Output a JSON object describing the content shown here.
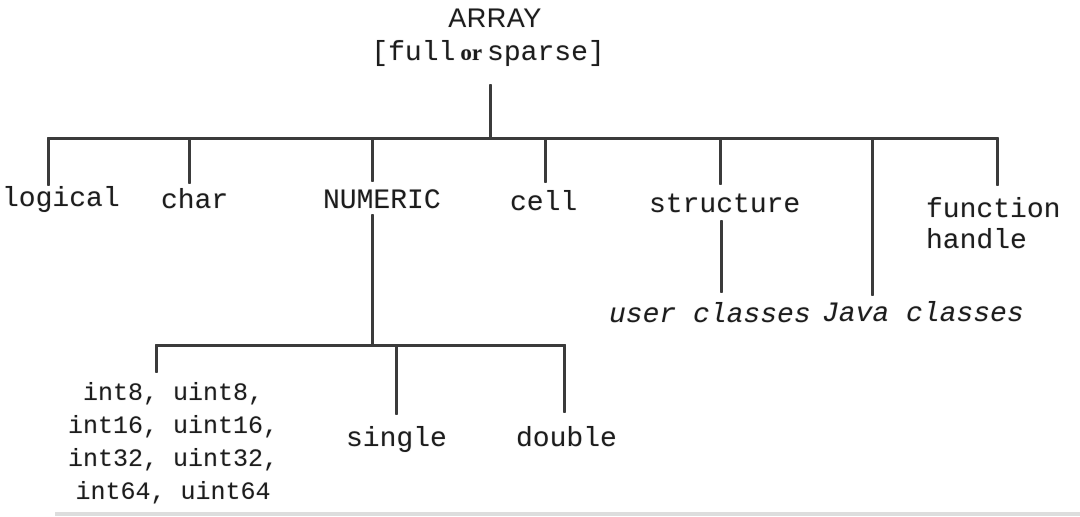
{
  "diagram": {
    "root": {
      "label": "ARRAY",
      "qualifier_part1": "[full",
      "qualifier_or": "or",
      "qualifier_part2": "sparse]"
    },
    "level1": {
      "logical": "logical",
      "char": "char",
      "numeric": "NUMERIC",
      "cell": "cell",
      "structure": "structure",
      "function_handle_line1": "function",
      "function_handle_line2": "handle"
    },
    "classes": {
      "user": "user classes",
      "java": "Java classes"
    },
    "numeric_children": {
      "integer_lines": [
        "int8, uint8,",
        "int16, uint16,",
        "int32, uint32,",
        "int64, uint64"
      ],
      "single": "single",
      "double": "double"
    },
    "colors": {
      "line": "#3b3b3b",
      "text": "#1c1c1c",
      "background": "#ffffff"
    }
  }
}
